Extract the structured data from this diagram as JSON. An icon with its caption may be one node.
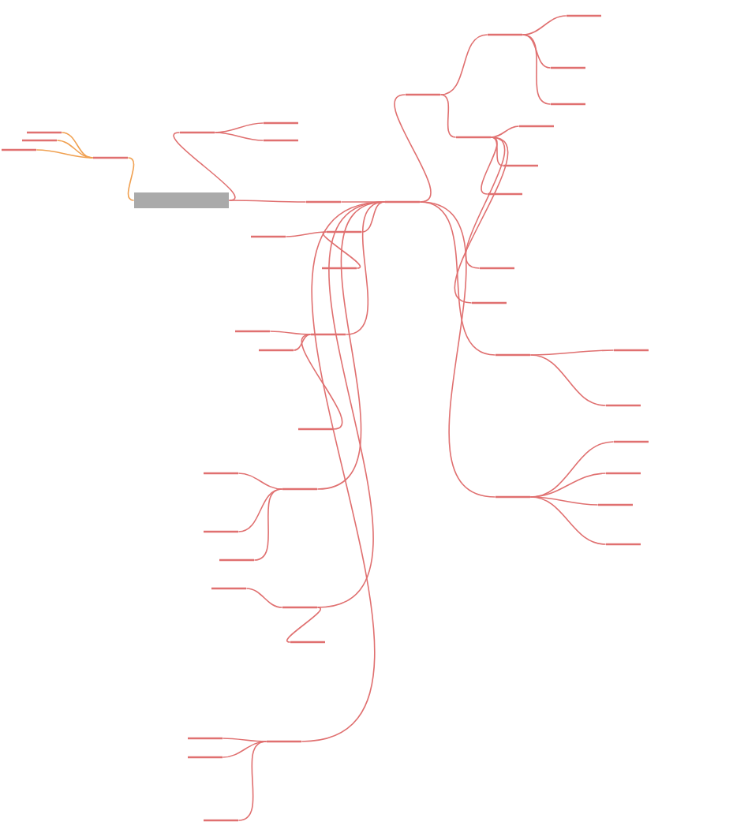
{
  "diagram": {
    "nodes": [
      {
        "text": [],
        "shape": "box"
      },
      {
        "text": [],
        "shape": "bar"
      },
      {
        "text": [],
        "shape": "bar"
      },
      {
        "text": [],
        "shape": "bar"
      },
      {
        "text": [],
        "shape": "bar"
      },
      {
        "text": [],
        "shape": "bar"
      },
      {
        "text": [],
        "shape": "bar"
      },
      {
        "text": [],
        "shape": "bar"
      },
      {
        "text": [],
        "shape": "bar"
      },
      {
        "text": [],
        "shape": "bar"
      },
      {
        "text": [],
        "shape": "bar"
      },
      {
        "text": [],
        "shape": "bar"
      },
      {
        "text": [],
        "shape": "bar"
      },
      {
        "text": [],
        "shape": "bar"
      },
      {
        "text": [],
        "shape": "bar"
      },
      {
        "text": [],
        "shape": "bar"
      },
      {
        "text": [],
        "shape": "bar"
      },
      {
        "text": [],
        "shape": "bar"
      },
      {
        "text": [],
        "shape": "bar"
      },
      {
        "text": [],
        "shape": "bar"
      },
      {
        "text": [],
        "shape": "bar"
      },
      {
        "text": [],
        "shape": "bar"
      },
      {
        "text": [],
        "shape": "bar"
      },
      {
        "text": [],
        "shape": "bar"
      },
      {
        "text": [],
        "shape": "bar"
      },
      {
        "text": [],
        "shape": "bar"
      },
      {
        "text": [],
        "shape": "bar"
      },
      {
        "text": [],
        "shape": "bar"
      },
      {
        "text": [],
        "shape": "bar"
      },
      {
        "text": [],
        "shape": "bar"
      },
      {
        "text": [],
        "shape": "bar"
      },
      {
        "text": [],
        "shape": "bar"
      },
      {
        "text": [],
        "shape": "bar"
      },
      {
        "text": [],
        "shape": "bar"
      },
      {
        "text": [],
        "shape": "bar"
      },
      {
        "text": [],
        "shape": "bar"
      },
      {
        "text": [],
        "shape": "bar"
      },
      {
        "text": [],
        "shape": "bar"
      },
      {
        "text": [],
        "shape": "bar"
      },
      {
        "text": [],
        "shape": "bar"
      },
      {
        "text": [],
        "shape": "bar"
      },
      {
        "text": [],
        "shape": "bar"
      },
      {
        "text": [],
        "shape": "bar"
      },
      {
        "text": [],
        "shape": "bar"
      },
      {
        "text": [],
        "shape": "bar"
      },
      {
        "text": [],
        "shape": "bar"
      },
      {
        "text": [],
        "shape": "bar"
      }
    ],
    "edges": [
      {
        "from": 0,
        "to": 1,
        "arrow": "none",
        "color": "#f0a050"
      },
      {
        "from": 1,
        "to": 2,
        "arrow": "none",
        "color": "#f0a050"
      },
      {
        "from": 1,
        "to": 3,
        "arrow": "none",
        "color": "#f0a050"
      },
      {
        "from": 1,
        "to": 4,
        "arrow": "none",
        "color": "#f0a050"
      },
      {
        "from": 0,
        "to": 5,
        "arrow": "none"
      },
      {
        "from": 5,
        "to": 6,
        "arrow": "none"
      },
      {
        "from": 5,
        "to": 7,
        "arrow": "none"
      },
      {
        "from": 0,
        "to": 8,
        "arrow": "none"
      },
      {
        "from": 8,
        "to": 9,
        "arrow": "none"
      },
      {
        "from": 9,
        "to": 10,
        "arrow": "none"
      },
      {
        "from": 9,
        "to": 11,
        "arrow": "none"
      },
      {
        "from": 9,
        "to": 12,
        "arrow": "none"
      },
      {
        "from": 9,
        "to": 13,
        "arrow": "none"
      },
      {
        "from": 9,
        "to": 14,
        "arrow": "none"
      },
      {
        "from": 9,
        "to": 15,
        "arrow": "none"
      },
      {
        "from": 9,
        "to": 16,
        "arrow": "none"
      },
      {
        "from": 9,
        "to": 17,
        "arrow": "none"
      },
      {
        "from": 10,
        "to": 18,
        "arrow": "none"
      },
      {
        "from": 10,
        "to": 19,
        "arrow": "none"
      },
      {
        "from": 18,
        "to": 20,
        "arrow": "none"
      },
      {
        "from": 18,
        "to": 21,
        "arrow": "none"
      },
      {
        "from": 18,
        "to": 22,
        "arrow": "none"
      },
      {
        "from": 19,
        "to": 23,
        "arrow": "none"
      },
      {
        "from": 19,
        "to": 24,
        "arrow": "none"
      },
      {
        "from": 19,
        "to": 25,
        "arrow": "none"
      },
      {
        "from": 19,
        "to": 26,
        "arrow": "none"
      },
      {
        "from": 19,
        "to": 27,
        "arrow": "none"
      },
      {
        "from": 11,
        "to": 28,
        "arrow": "none"
      },
      {
        "from": 11,
        "to": 29,
        "arrow": "none"
      },
      {
        "from": 12,
        "to": 30,
        "arrow": "none"
      },
      {
        "from": 12,
        "to": 31,
        "arrow": "none"
      },
      {
        "from": 12,
        "to": 32,
        "arrow": "none"
      },
      {
        "from": 12,
        "to": 33,
        "arrow": "none"
      },
      {
        "from": 13,
        "to": 34,
        "arrow": "none"
      },
      {
        "from": 13,
        "to": 35,
        "arrow": "none"
      },
      {
        "from": 14,
        "to": 36,
        "arrow": "none"
      },
      {
        "from": 14,
        "to": 37,
        "arrow": "none"
      },
      {
        "from": 14,
        "to": 38,
        "arrow": "none"
      },
      {
        "from": 15,
        "to": 39,
        "arrow": "none"
      },
      {
        "from": 15,
        "to": 40,
        "arrow": "none"
      },
      {
        "from": 15,
        "to": 41,
        "arrow": "none"
      },
      {
        "from": 16,
        "to": 42,
        "arrow": "none"
      },
      {
        "from": 16,
        "to": 43,
        "arrow": "none"
      },
      {
        "from": 17,
        "to": 44,
        "arrow": "none"
      },
      {
        "from": 17,
        "to": 45,
        "arrow": "none"
      },
      {
        "from": 17,
        "to": 46,
        "arrow": "none"
      }
    ]
  }
}
